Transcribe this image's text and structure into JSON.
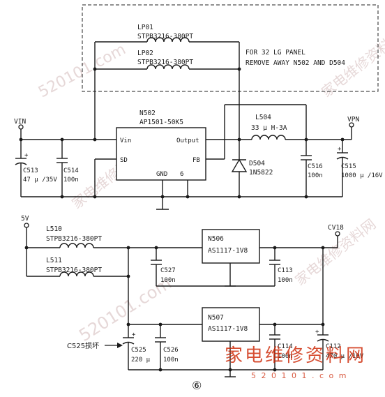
{
  "note": {
    "line1": "FOR 32 LG PANEL",
    "line2": "REMOVE AWAY N502 AND D504"
  },
  "top_circuit": {
    "lp01": {
      "ref": "LP01",
      "part": "STPB3216-380PT"
    },
    "lp02": {
      "ref": "LP02",
      "part": "STPB3216-380PT"
    },
    "vin_label": "VIN",
    "vpn_label": "VPN",
    "n502": {
      "ref": "N502",
      "part": "AP1501-50K5",
      "pin_vin": "Vin",
      "pin_output": "Output",
      "pin_sd": "SD",
      "pin_fb": "FB",
      "pin_gnd": "GND",
      "pin_6": "6"
    },
    "l504": {
      "ref": "L504",
      "value": "33 μ H-3A"
    },
    "d504": {
      "ref": "D504",
      "part": "1N5822"
    },
    "c513": {
      "ref": "C513",
      "value": "47 μ /35V"
    },
    "c514": {
      "ref": "C514",
      "value": "100n"
    },
    "c516": {
      "ref": "C516",
      "value": "100n"
    },
    "c515": {
      "ref": "C515",
      "value": "1000 μ /16V"
    }
  },
  "bottom_circuit": {
    "v5_label": "5V",
    "cv18_label": "CV18",
    "l510": {
      "ref": "L510",
      "part": "STPB3216-380PT"
    },
    "l511": {
      "ref": "L511",
      "part": "STPB3216-380PT"
    },
    "n506": {
      "ref": "N506",
      "part": "AS1117-1V8"
    },
    "n507": {
      "ref": "N507",
      "part": "AS1117-1V8"
    },
    "c527": {
      "ref": "C527",
      "value": "100n"
    },
    "c113": {
      "ref": "C113",
      "value": "100n"
    },
    "c525": {
      "ref": "C525",
      "value": "220 μ"
    },
    "c526": {
      "ref": "C526",
      "value": "100n"
    },
    "c114": {
      "ref": "C114",
      "value": "100n"
    },
    "c112": {
      "ref": "C112",
      "value": "470 μ /10V"
    },
    "c525_annotation": "C525损坏"
  },
  "figure_number": "⑥",
  "watermark": {
    "brand": "家电维修资料网",
    "url": "5 2 0 1 0 1 . c o m",
    "side": "家电维修资料网",
    "url_bg": "520101.com"
  }
}
